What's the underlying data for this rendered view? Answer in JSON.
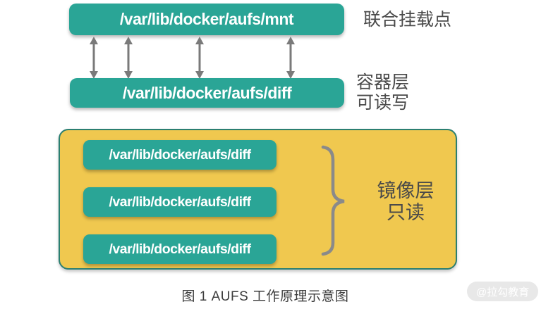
{
  "diagram": {
    "mount_box": {
      "path": "/var/lib/docker/aufs/mnt",
      "label": "联合挂载点"
    },
    "container_box": {
      "path": "/var/lib/docker/aufs/diff",
      "label_line1": "容器层",
      "label_line2": "可读写"
    },
    "image_layers": {
      "boxes": [
        "/var/lib/docker/aufs/diff",
        "/var/lib/docker/aufs/diff",
        "/var/lib/docker/aufs/diff"
      ],
      "label_line1": "镜像层",
      "label_line2": "只读"
    },
    "caption": "图 1 AUFS 工作原理示意图",
    "watermark": "@拉勾教育"
  },
  "colors": {
    "teal": "#2aa596",
    "yellow": "#f0c84f",
    "yellow_border": "#2b7f71",
    "arrow_gray": "#7a7a7a",
    "brace_gray": "#8a8a8a",
    "label_gray": "#4a4a4a",
    "caption_gray": "#3d3d3d",
    "watermark_bg": "#e8e8e8"
  }
}
